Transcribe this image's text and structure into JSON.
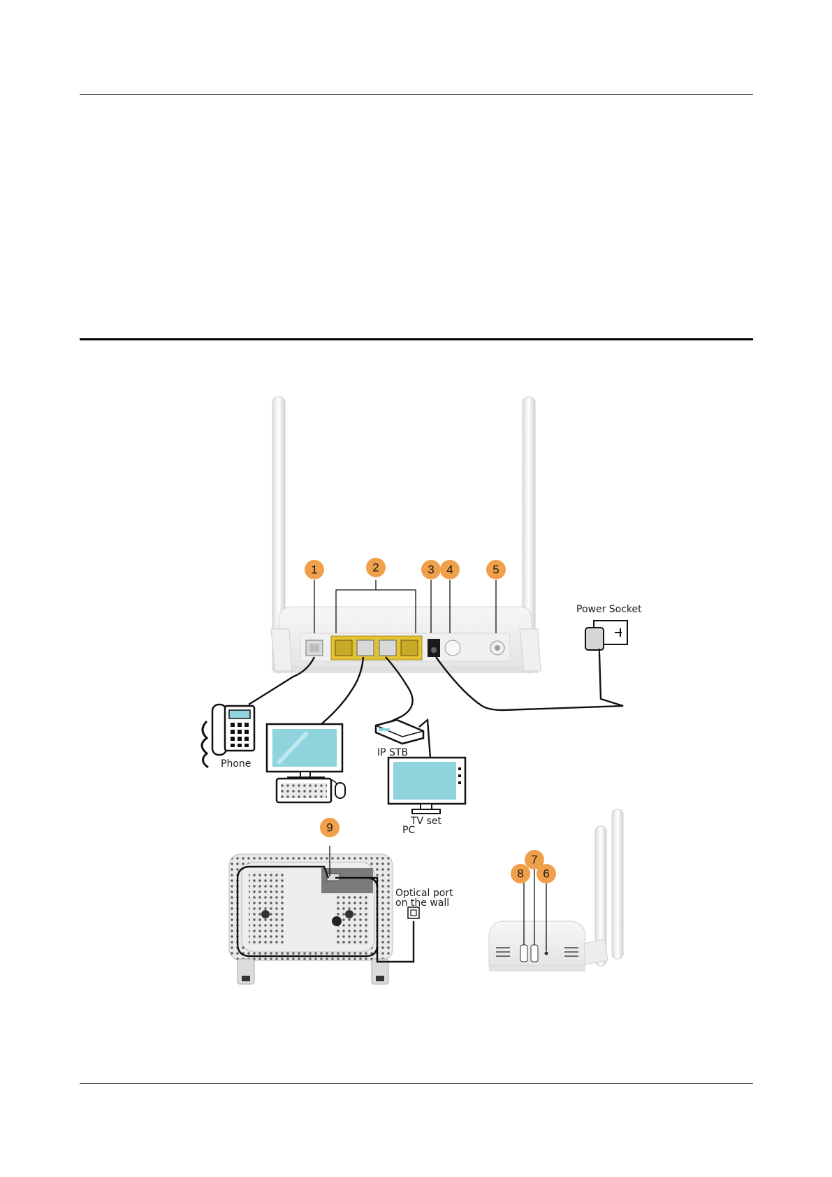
{
  "colors": {
    "callout_orange": "#F0A04B",
    "lan_port_yellow": "#E3C336",
    "screen_cyan": "#8FD3DC",
    "outline": "#111111",
    "device_white": "#F4F4F4"
  },
  "callouts": [
    "1",
    "2",
    "3",
    "4",
    "5",
    "6",
    "7",
    "8",
    "9"
  ],
  "labels": {
    "power_socket": "Power Socket",
    "phone": "Phone",
    "ip_stb": "IP STB",
    "tv_set": "TV set",
    "pc": "PC",
    "optical_port_line1": "Optical port",
    "optical_port_line2": "on the wall"
  },
  "icons": [
    "phone-icon",
    "pc-monitor-icon",
    "keyboard-icon",
    "mouse-icon",
    "set-top-box-icon",
    "tv-icon",
    "power-adapter-icon",
    "wall-optical-port-icon"
  ]
}
